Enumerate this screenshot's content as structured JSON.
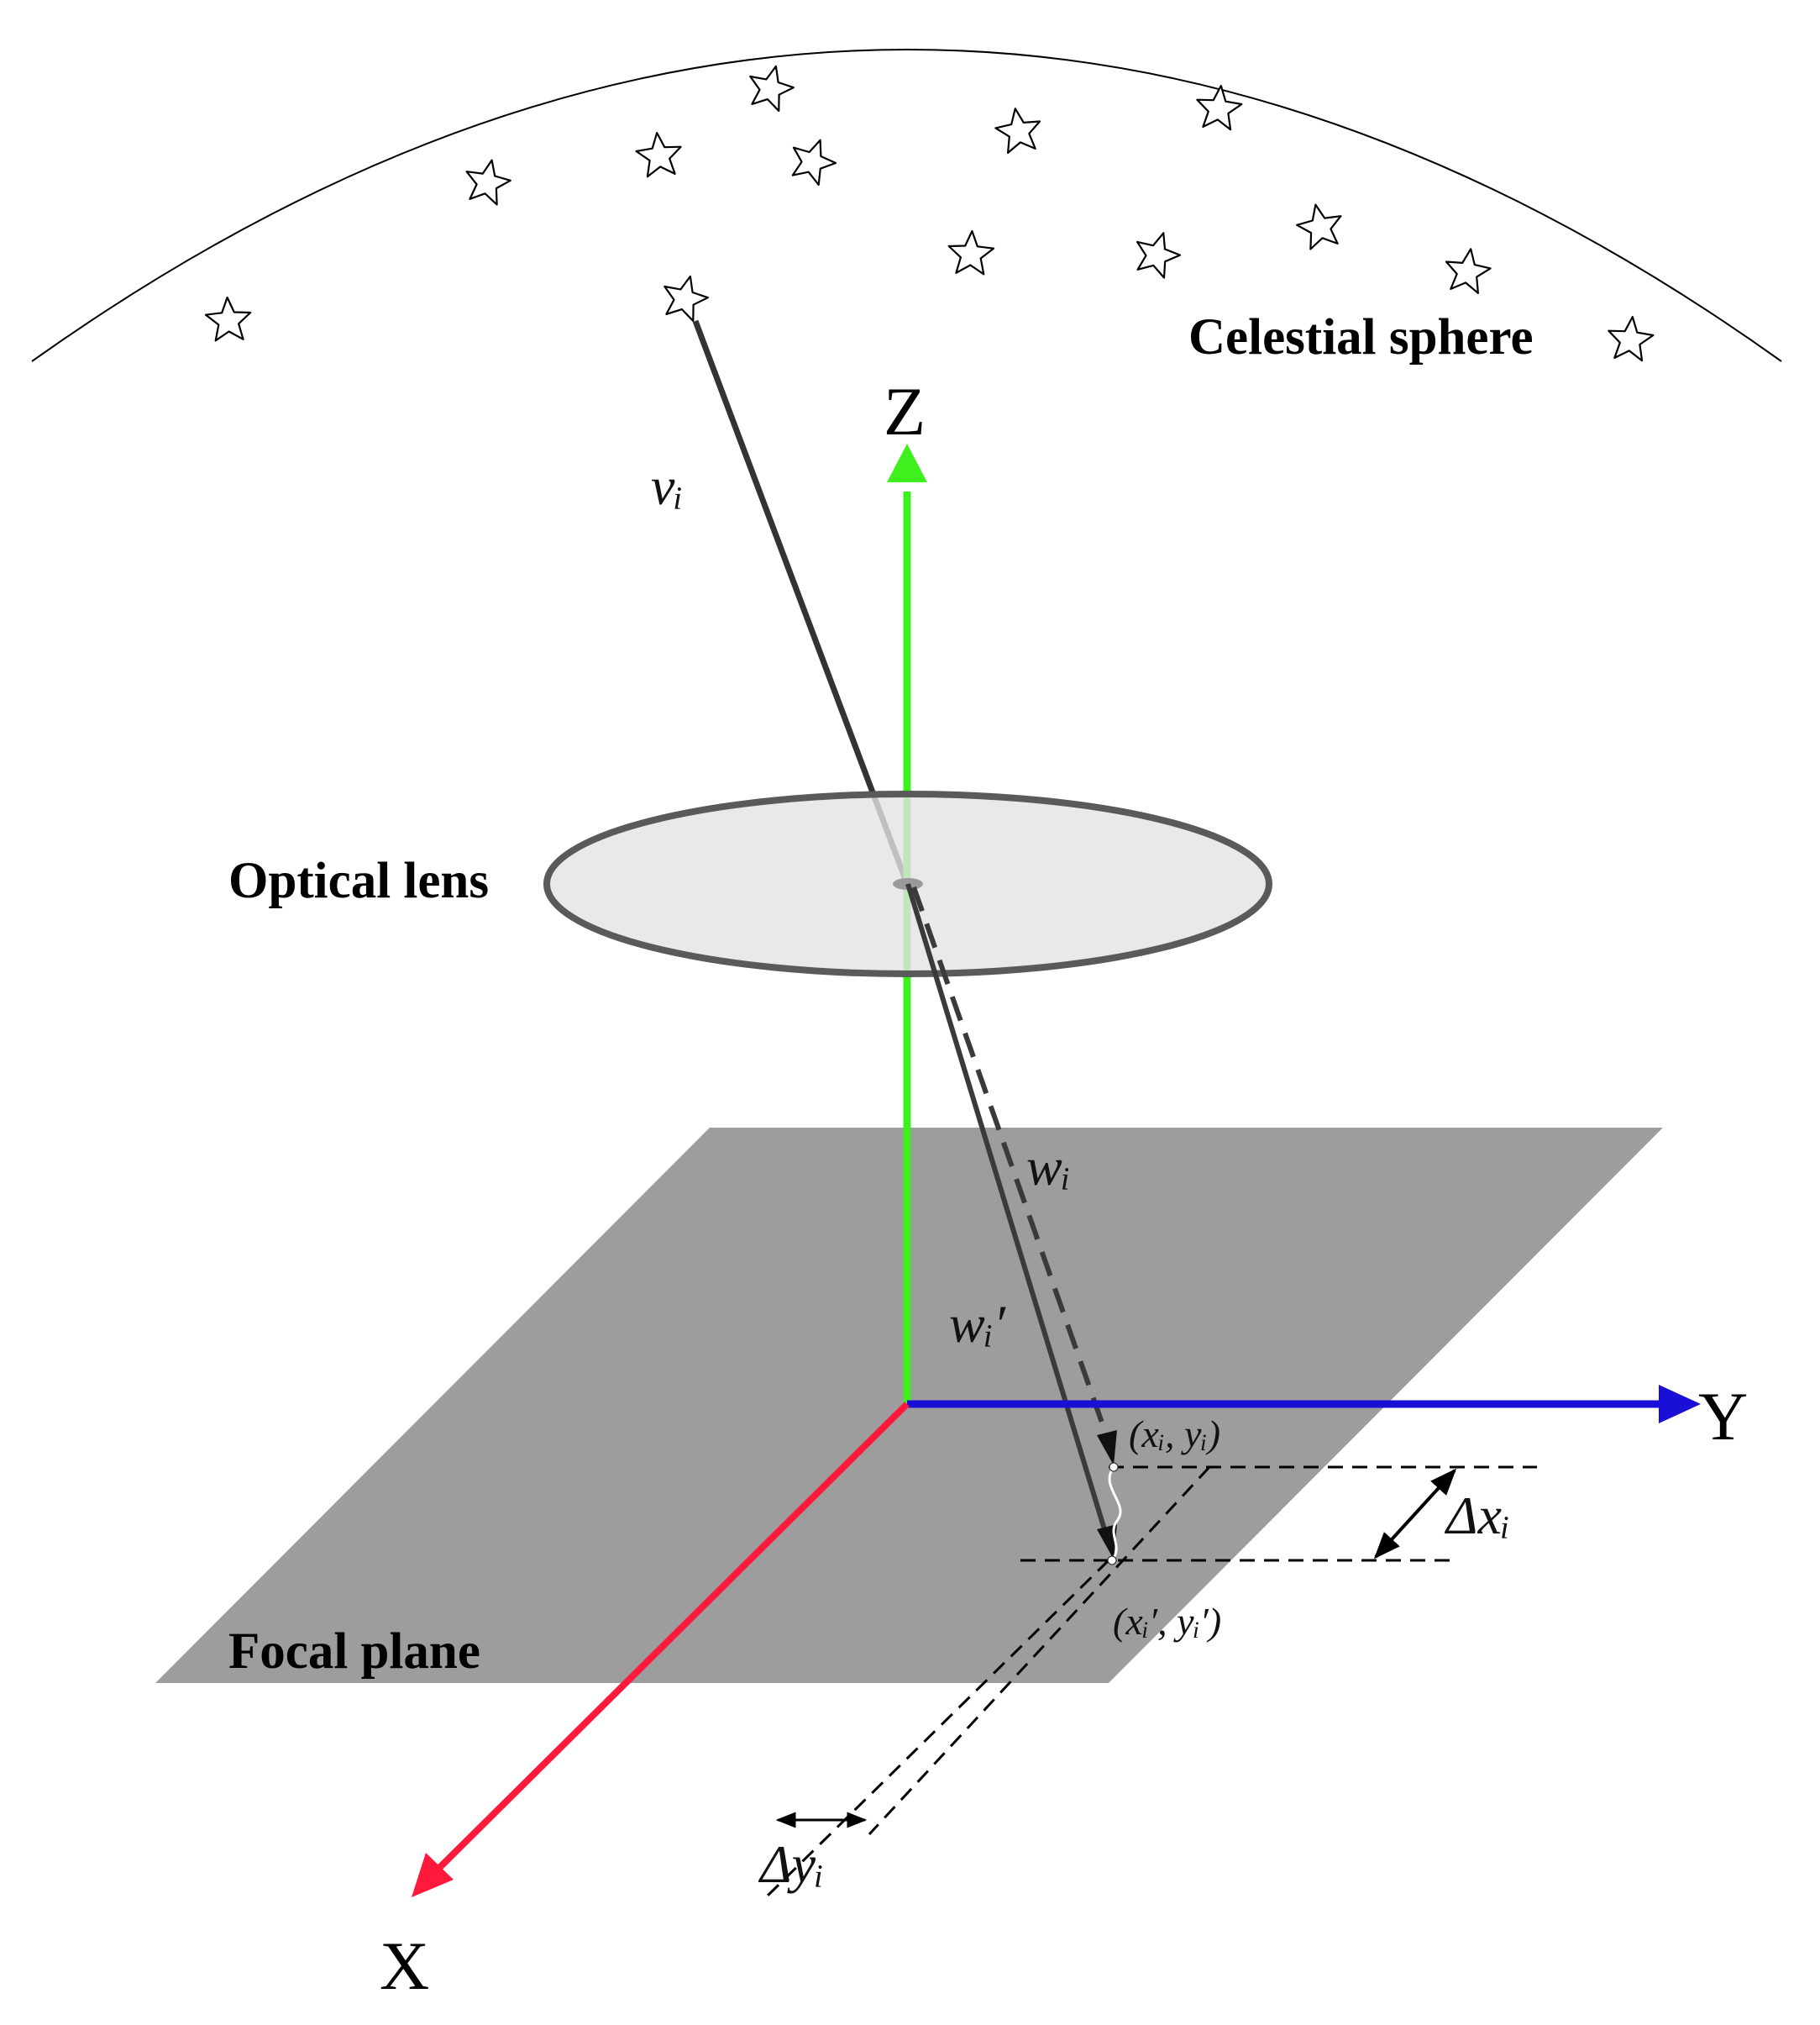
{
  "labels": {
    "celestial_sphere": "Celestial sphere",
    "optical_lens": "Optical lens",
    "focal_plane": "Focal plane"
  },
  "axes": {
    "x": "X",
    "y": "Y",
    "z": "Z"
  },
  "math": {
    "v_i": "νᵢ",
    "w_i": "wᵢ",
    "w_i_prime": "wᵢ′",
    "point_xy": "(xᵢ, yᵢ)",
    "point_xy_prime": "(xᵢ′, yᵢ′)",
    "delta_x": "Δxᵢ",
    "delta_y": "Δyᵢ"
  },
  "colors": {
    "x_axis": "#ff1a3c",
    "y_axis": "#1a0fd6",
    "z_axis": "#3ef01e",
    "focal_plane": "#9d9d9d",
    "lens_fill": "#e4e4e4",
    "lens_stroke": "#5a5a5a",
    "ray": "#333333"
  }
}
